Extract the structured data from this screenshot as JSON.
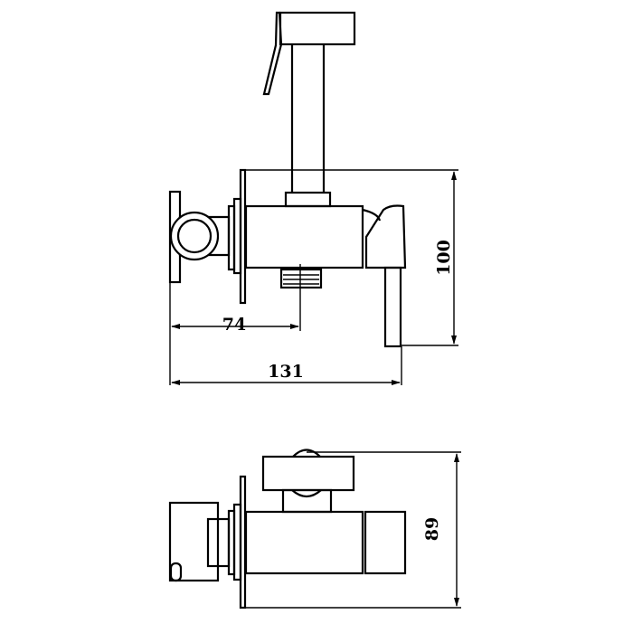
{
  "drawing": {
    "side_view": {
      "dim_wall_to_outlet": "74",
      "dim_overall_length": "131",
      "dim_height": "100"
    },
    "top_view": {
      "dim_depth": "89"
    },
    "line_color": "#000000",
    "background": "#ffffff"
  }
}
